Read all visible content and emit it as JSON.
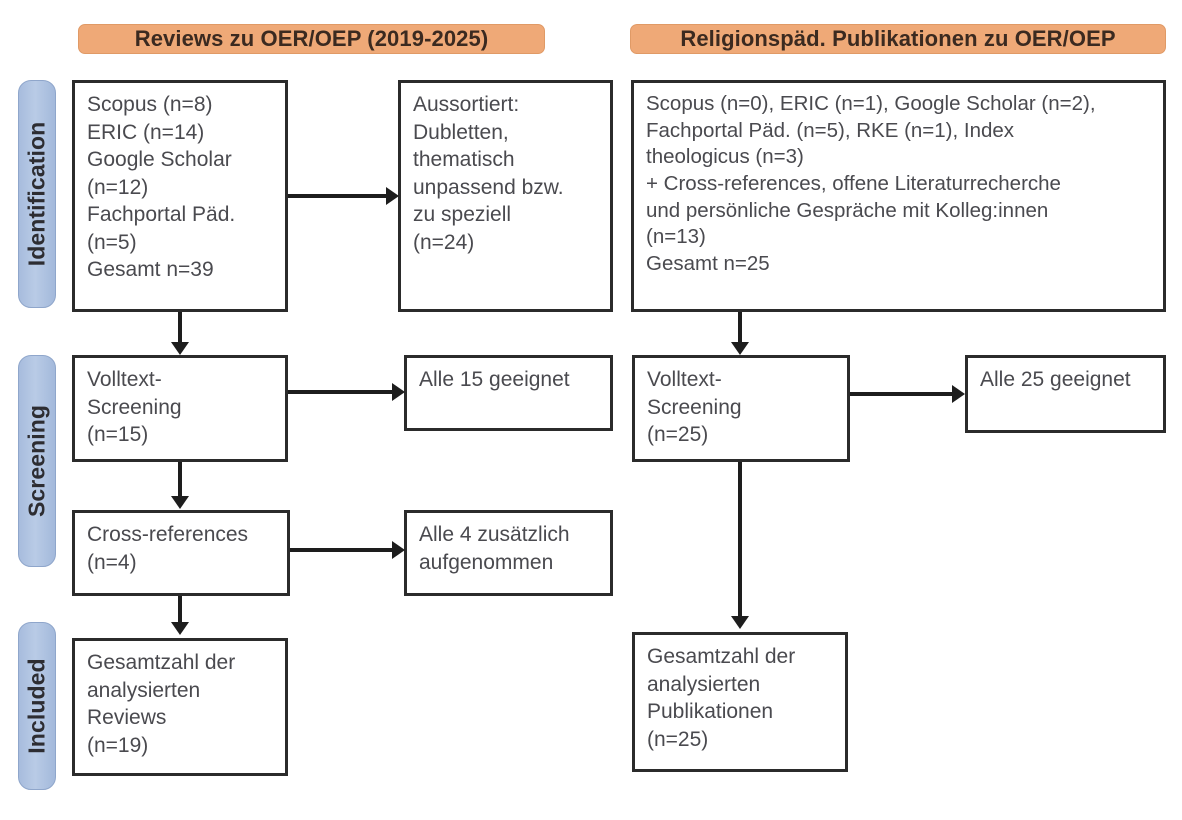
{
  "diagram": {
    "type": "prisma-flow-diagram",
    "phases": [
      {
        "id": "identification",
        "label": "Identification"
      },
      {
        "id": "screening",
        "label": "Screening"
      },
      {
        "id": "included",
        "label": "Included"
      }
    ],
    "columns": [
      {
        "id": "reviews",
        "header": "Reviews zu OER/OEP (2019-2025)",
        "boxes": {
          "identification_sources": {
            "lines": [
              "Scopus (n=8)",
              "ERIC (n=14)",
              "Google Scholar",
              "(n=12)",
              "Fachportal Päd.",
              "(n=5)",
              "Gesamt n=39"
            ]
          },
          "excluded": {
            "lines": [
              "Aussortiert:",
              "Dubletten,",
              "thematisch",
              "unpassend bzw.",
              "zu speziell",
              "(n=24)"
            ]
          },
          "fulltext_screening": {
            "lines": [
              "Volltext-",
              "Screening",
              "(n=15)"
            ]
          },
          "fulltext_result": {
            "lines": [
              "Alle 15 geeignet"
            ]
          },
          "cross_references": {
            "lines": [
              "Cross-references",
              "(n=4)"
            ]
          },
          "cross_references_result": {
            "lines": [
              "Alle 4 zusätzlich",
              "aufgenommen"
            ]
          },
          "included_total": {
            "lines": [
              "Gesamtzahl der",
              "analysierten",
              "Reviews",
              "(n=19)"
            ]
          }
        }
      },
      {
        "id": "publications",
        "header": "Religionspäd. Publikationen zu OER/OEP",
        "boxes": {
          "identification_sources": {
            "lines": [
              "Scopus (n=0), ERIC (n=1), Google Scholar (n=2),",
              "Fachportal Päd. (n=5), RKE (n=1), Index",
              "theologicus (n=3)",
              "+ Cross-references, offene Literaturrecherche",
              "und persönliche Gespräche mit Kolleg:innen",
              "(n=13)",
              "Gesamt n=25"
            ]
          },
          "fulltext_screening": {
            "lines": [
              "Volltext-",
              "Screening",
              "(n=25)"
            ]
          },
          "fulltext_result": {
            "lines": [
              "Alle 25 geeignet"
            ]
          },
          "included_total": {
            "lines": [
              "Gesamtzahl der",
              "analysierten",
              "Publikationen",
              "(n=25)"
            ]
          }
        }
      }
    ],
    "colors": {
      "header_banner": "#efa977",
      "phase_bar": "#aec1e0",
      "box_border": "#2b2b2b",
      "connector": "#1d1d1d",
      "text": "#4a4a4f",
      "background": "#ffffff"
    },
    "counts": {
      "reviews_scopus": 8,
      "reviews_eric": 14,
      "reviews_google_scholar": 12,
      "reviews_fachportal": 5,
      "reviews_total_identified": 39,
      "reviews_excluded": 24,
      "reviews_fulltext_screened": 15,
      "reviews_fulltext_suitable": 15,
      "reviews_cross_references": 4,
      "reviews_cross_references_added": 4,
      "reviews_included": 19,
      "pubs_scopus": 0,
      "pubs_eric": 1,
      "pubs_google_scholar": 2,
      "pubs_fachportal": 5,
      "pubs_rke": 1,
      "pubs_index_theologicus": 3,
      "pubs_other_sources": 13,
      "pubs_total_identified": 25,
      "pubs_fulltext_screened": 25,
      "pubs_fulltext_suitable": 25,
      "pubs_included": 25
    }
  }
}
